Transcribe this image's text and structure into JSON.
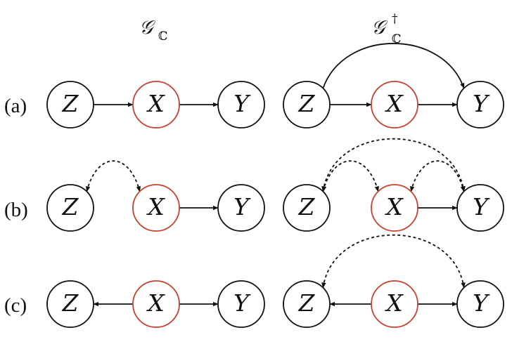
{
  "column_titles": [
    {
      "main": "𝒢",
      "sub": "ℂ",
      "sup": ""
    },
    {
      "main": "𝒢",
      "sub": "ℂ",
      "sup": "†"
    }
  ],
  "rows": [
    {
      "label": "(a)"
    },
    {
      "label": "(b)"
    },
    {
      "label": "(c)"
    }
  ],
  "node_labels": {
    "Z": "Z",
    "X": "X",
    "Y": "Y"
  },
  "highlight_color": "#c8402e",
  "edge_color": "#111111",
  "graphs": [
    {
      "row": 0,
      "col": 0,
      "edges": [
        {
          "type": "directed",
          "from": "Z",
          "to": "X"
        },
        {
          "type": "directed",
          "from": "X",
          "to": "Y"
        }
      ]
    },
    {
      "row": 0,
      "col": 1,
      "edges": [
        {
          "type": "directed",
          "from": "Z",
          "to": "X"
        },
        {
          "type": "directed",
          "from": "X",
          "to": "Y"
        },
        {
          "type": "directed",
          "from": "Z",
          "to": "Y",
          "curved": true
        }
      ]
    },
    {
      "row": 1,
      "col": 0,
      "edges": [
        {
          "type": "bidirected",
          "from": "Z",
          "to": "X"
        },
        {
          "type": "directed",
          "from": "X",
          "to": "Y"
        }
      ]
    },
    {
      "row": 1,
      "col": 1,
      "edges": [
        {
          "type": "bidirected",
          "from": "Z",
          "to": "X"
        },
        {
          "type": "bidirected",
          "from": "X",
          "to": "Y"
        },
        {
          "type": "bidirected",
          "from": "Z",
          "to": "Y"
        },
        {
          "type": "directed",
          "from": "X",
          "to": "Y"
        }
      ]
    },
    {
      "row": 2,
      "col": 0,
      "edges": [
        {
          "type": "directed",
          "from": "X",
          "to": "Z"
        },
        {
          "type": "directed",
          "from": "X",
          "to": "Y"
        }
      ]
    },
    {
      "row": 2,
      "col": 1,
      "edges": [
        {
          "type": "directed",
          "from": "X",
          "to": "Z"
        },
        {
          "type": "directed",
          "from": "X",
          "to": "Y"
        },
        {
          "type": "bidirected",
          "from": "Z",
          "to": "Y"
        }
      ]
    }
  ]
}
